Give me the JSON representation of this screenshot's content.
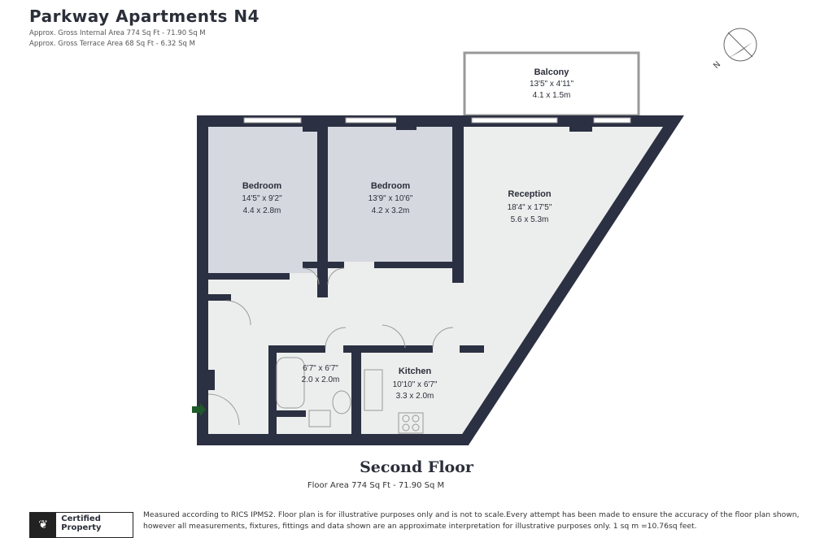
{
  "header": {
    "title": "Parkway Apartments N4",
    "internal_area": "Approx. Gross Internal Area 774 Sq Ft - 71.90 Sq M",
    "terrace_area": "Approx. Gross Terrace Area 68 Sq Ft - 6.32 Sq M"
  },
  "compass": {
    "label": "N"
  },
  "rooms": {
    "balcony": {
      "name": "Balcony",
      "imperial": "13'5\" x 4'11\"",
      "metric": "4.1 x 1.5m"
    },
    "bedroom1": {
      "name": "Bedroom",
      "imperial": "14'5\" x 9'2\"",
      "metric": "4.4 x 2.8m"
    },
    "bedroom2": {
      "name": "Bedroom",
      "imperial": "13'9\" x 10'6\"",
      "metric": "4.2 x 3.2m"
    },
    "reception": {
      "name": "Reception",
      "imperial": "18'4\" x 17'5\"",
      "metric": "5.6 x 5.3m"
    },
    "bathroom": {
      "imperial": "6'7\" x 6'7\"",
      "metric": "2.0 x 2.0m"
    },
    "kitchen": {
      "name": "Kitchen",
      "imperial": "10'10\" x 6'7\"",
      "metric": "3.3 x 2.0m"
    }
  },
  "colors": {
    "wall": "#2b3042",
    "bedroom": "#d5d8df",
    "floor": "#eceeed",
    "entrance_arrow": "#1f5a2a"
  },
  "footer": {
    "floor_name": "Second Floor",
    "floor_area": "Floor Area 774 Sq Ft - 71.90 Sq M",
    "disclaimer_line1": "Measured according to RICS IPMS2. Floor plan is for illustrative purposes only and is not to scale.Every attempt has been made to ensure the accuracy of the floor plan shown,",
    "disclaimer_line2": "however all measurements, fixtures, fittings and data shown are an approximate interpretation for illustrative purposes only. 1 sq m =10.76sq feet.",
    "badge": "Certified Property"
  }
}
